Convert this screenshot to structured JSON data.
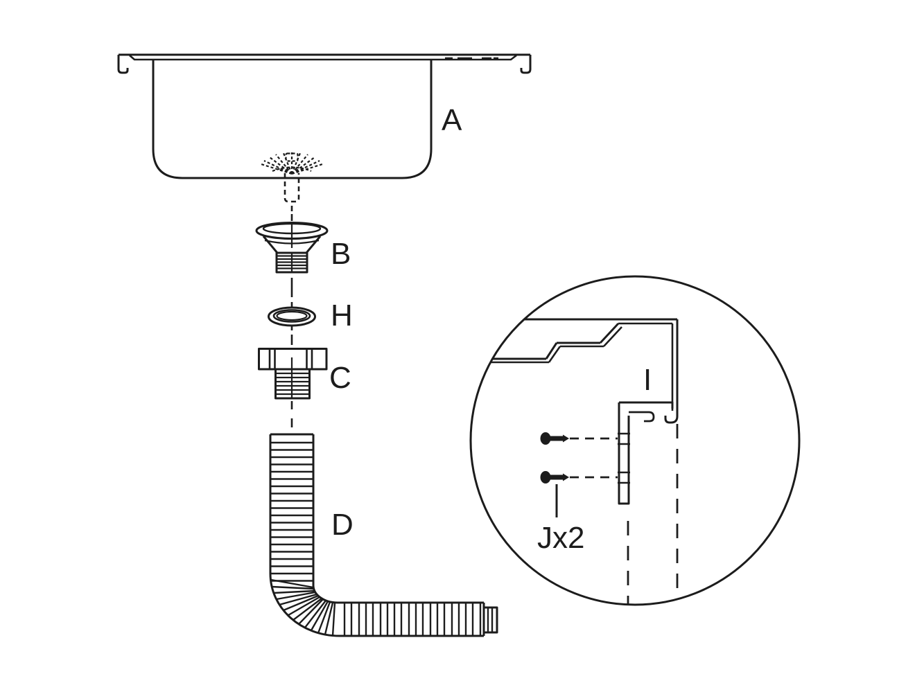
{
  "figure": {
    "background_color": "#ffffff",
    "line_color": "#1c1c1c",
    "type": "exploded-assembly-diagram"
  },
  "labels": {
    "sink_basin": "A",
    "strainer_basket": "B",
    "sealing_washer": "H",
    "lock_nut": "C",
    "drain_hose": "D",
    "mounting_clip_detail": "I",
    "mounting_screws": "Jx2"
  }
}
